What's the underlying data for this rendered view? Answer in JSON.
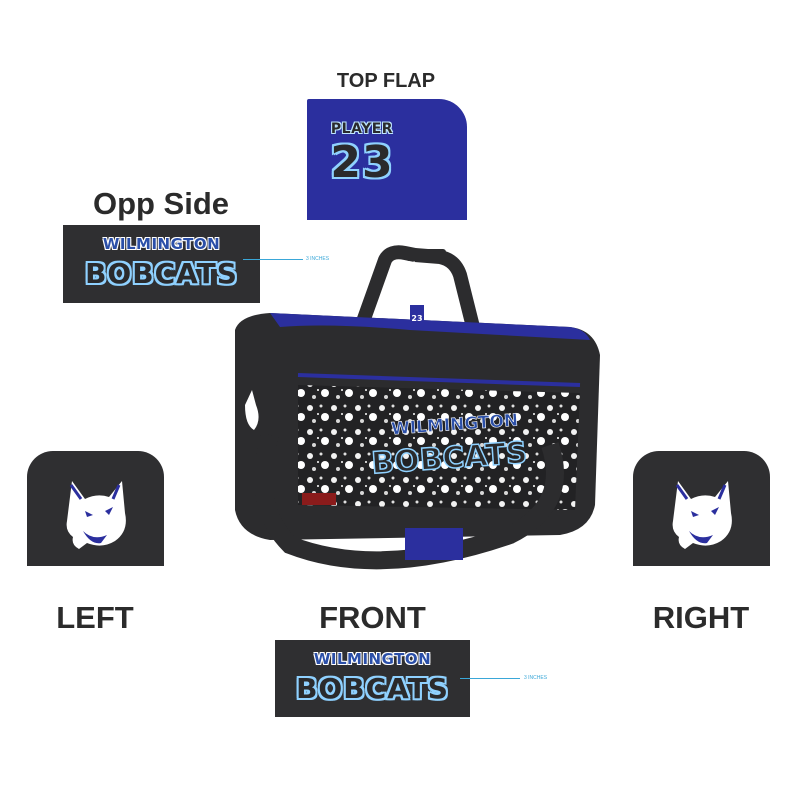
{
  "labels": {
    "top_flap": "TOP FLAP",
    "opp_side": "Opp Side",
    "left": "LEFT",
    "front": "FRONT",
    "right": "RIGHT"
  },
  "top_flap_panel": {
    "player": "PLAYER",
    "number": "23"
  },
  "opp_side_panel": {
    "line1": "WILMINGTON",
    "line2": "BOBCATS",
    "measure": "3 INCHES"
  },
  "front_panel": {
    "line1": "WILMINGTON",
    "line2": "BOBCATS",
    "measure": "3 INCHES"
  },
  "bag": {
    "line1": "WILMINGTON",
    "line2": "BOBCATS",
    "small_number": "23"
  },
  "icons": {
    "left_panel": "bobcat-logo-icon",
    "right_panel": "bobcat-logo-icon"
  },
  "colors": {
    "navy": "#2b2f9e",
    "panel": "#2f2f31",
    "accent": "#8fd1ff",
    "measure": "#3aa7d8"
  }
}
